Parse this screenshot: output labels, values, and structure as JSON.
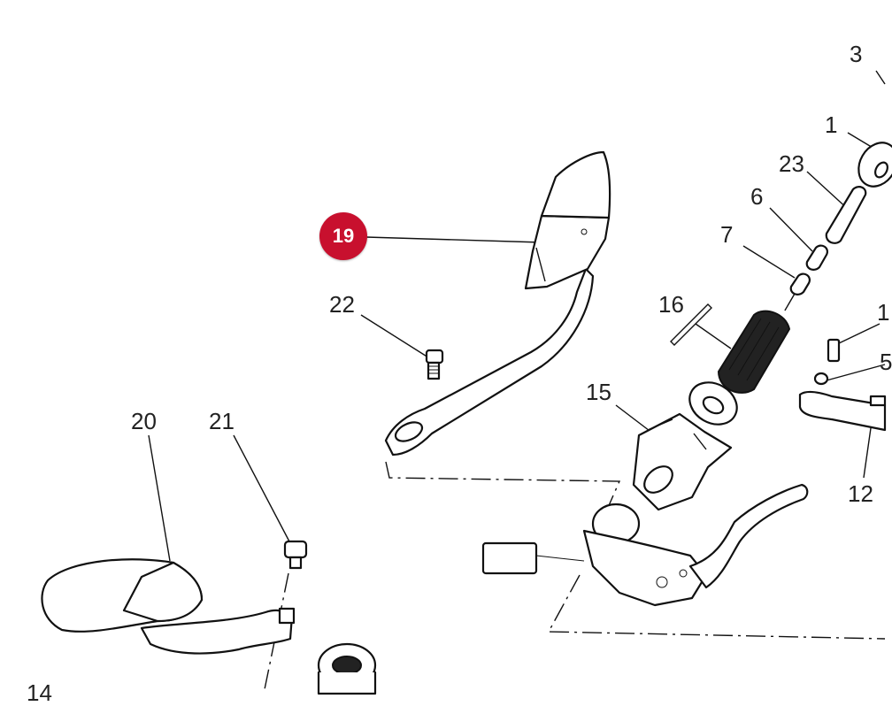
{
  "diagram": {
    "highlighted_part": "19",
    "callouts": [
      "3",
      "1",
      "23",
      "6",
      "7",
      "16",
      "22",
      "15",
      "20",
      "21",
      "12",
      "14"
    ],
    "partial_callouts": [
      "1",
      "5"
    ],
    "colors": {
      "highlight": "#c8102e",
      "line": "#111111",
      "background": "#ffffff"
    }
  }
}
